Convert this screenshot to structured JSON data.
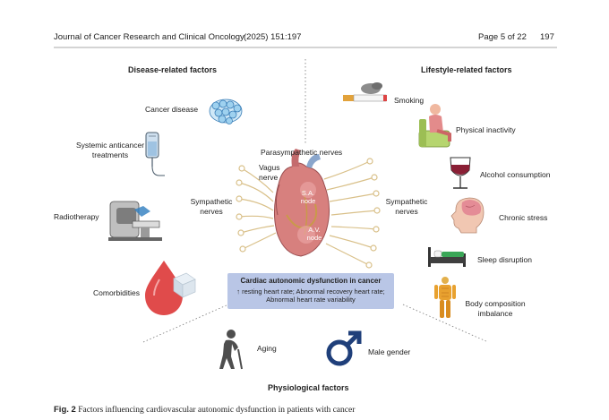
{
  "header": {
    "journal": "Journal of Cancer Research and Clinical Oncology",
    "citation": "(2025) 151:197",
    "page": "Page 5 of 22",
    "page_number": "197"
  },
  "sections": {
    "disease": "Disease-related factors",
    "lifestyle": "Lifestyle-related factors",
    "physiological": "Physiological factors"
  },
  "disease_factors": {
    "cancer": "Cancer disease",
    "systemic_1": "Systemic anticancer",
    "systemic_2": "treatments",
    "radiotherapy": "Radiotherapy",
    "comorbidities": "Comorbidities"
  },
  "lifestyle_factors": {
    "smoking": "Smoking",
    "inactivity": "Physical inactivity",
    "alcohol": "Alcohol consumption",
    "stress": "Chronic stress",
    "sleep": "Sleep disruption",
    "body_1": "Body composition",
    "body_2": "imbalance"
  },
  "physiological_factors": {
    "aging": "Aging",
    "male": "Male gender"
  },
  "heart": {
    "parasympathetic": "Parasympathetic nerves",
    "vagus_1": "Vagus",
    "vagus_2": "nerve",
    "sa_1": "S.A.",
    "sa_2": "node",
    "av_1": "A.V.",
    "av_2": "node",
    "symp_left_1": "Sympathetic",
    "symp_left_2": "nerves",
    "symp_right_1": "Sympathetic",
    "symp_right_2": "nerves"
  },
  "outcome_box": {
    "title": "Cardiac autonomic dysfunction in cancer",
    "line1": "↑ resting heart rate; Abnormal recovery heart rate;",
    "line2": "Abnormal heart rate variability"
  },
  "caption": {
    "label": "Fig. 2",
    "text": "Factors influencing cardiovascular autonomic dysfunction in patients with cancer"
  },
  "colors": {
    "box_fill": "#b9c6e6",
    "nerve": "#d9c089",
    "heart": "#d7807e",
    "blood": "#e04b4b",
    "male_symbol": "#1f3f7a"
  }
}
